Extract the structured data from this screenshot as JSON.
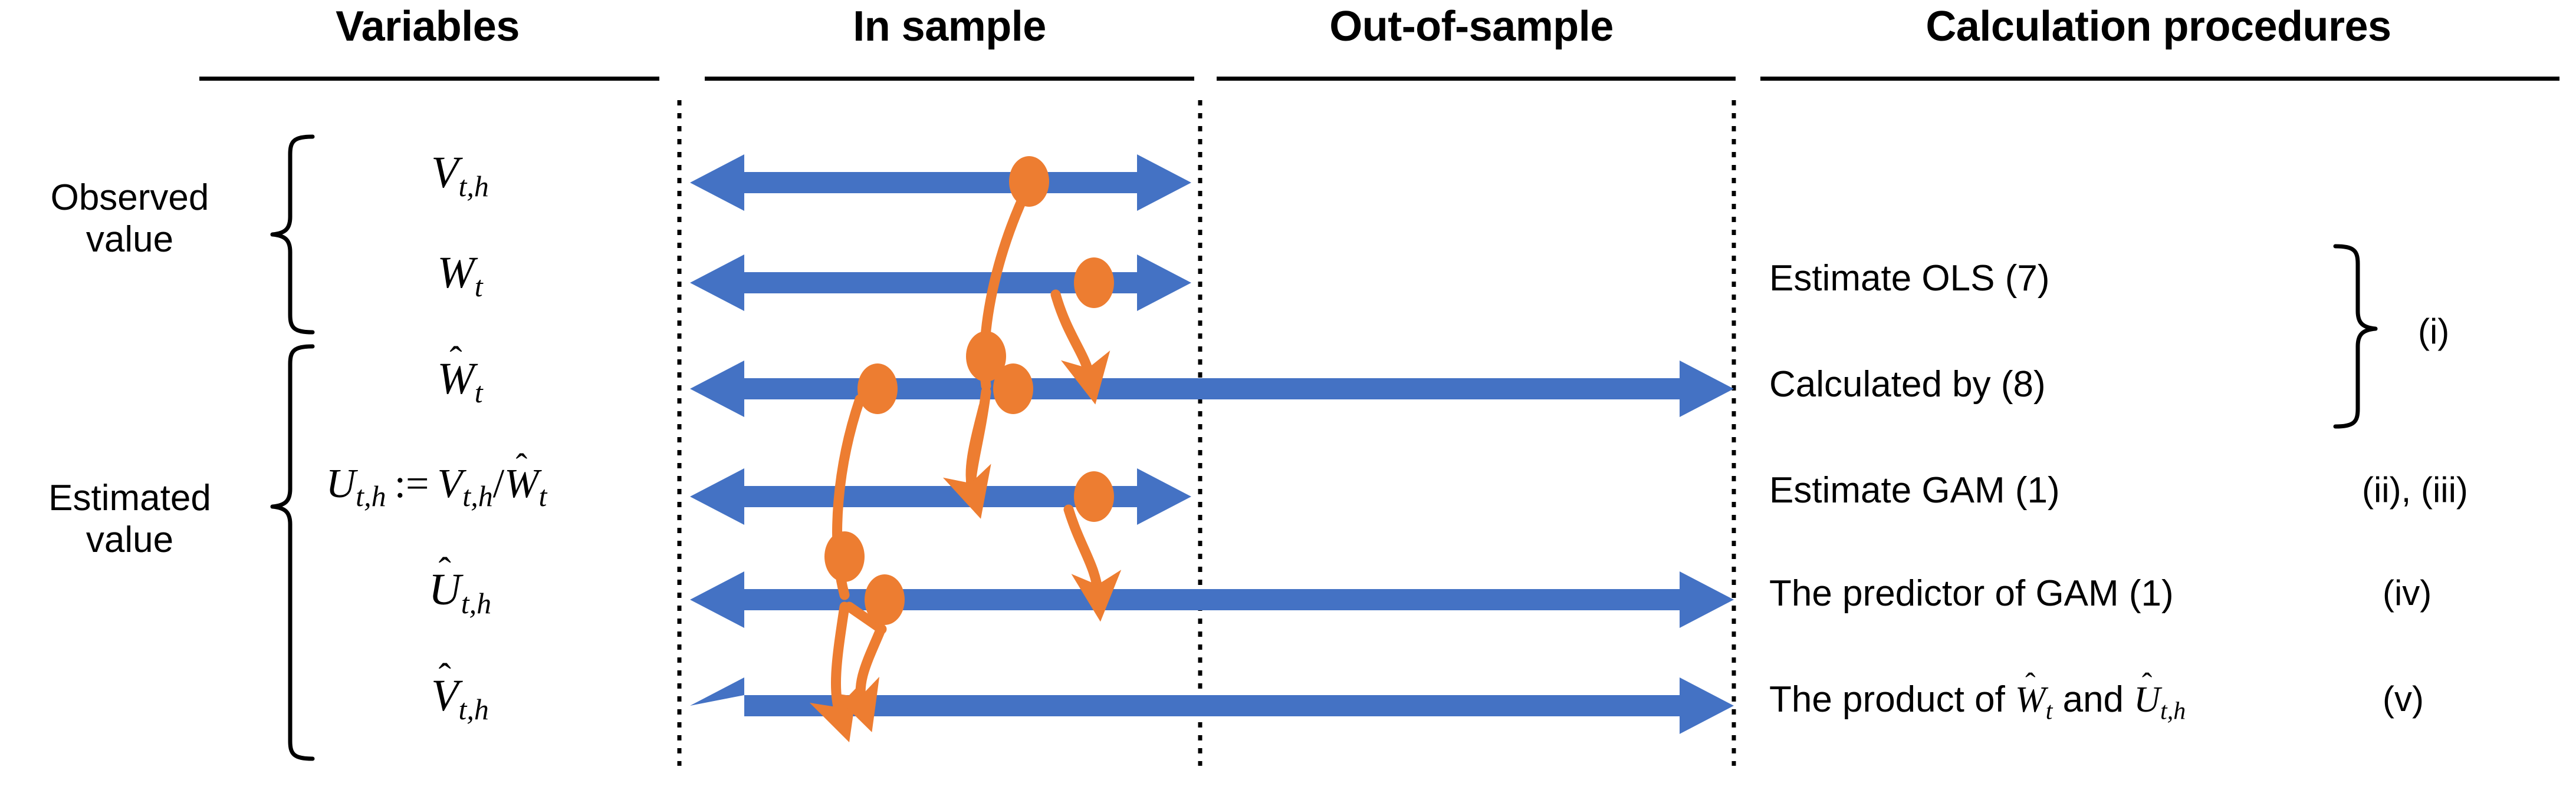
{
  "diagram": {
    "title_columns": [
      {
        "id": "variables",
        "label": "Variables"
      },
      {
        "id": "in-sample",
        "label": "In sample"
      },
      {
        "id": "out-of-sample",
        "label": "Out-of-sample"
      },
      {
        "id": "calculation-procedures",
        "label": "Calculation procedures"
      }
    ],
    "groups": [
      {
        "id": "observed",
        "label": "Observed\nvalue"
      },
      {
        "id": "estimated",
        "label": "Estimated\nvalue"
      }
    ],
    "rows": [
      {
        "id": "v-th",
        "variable_plain": "V_{t,h}",
        "base": "V",
        "hat": false,
        "sub": "t,h",
        "span": "in-sample",
        "procedure": "",
        "roman": ""
      },
      {
        "id": "w-t",
        "variable_plain": "W_t",
        "base": "W",
        "hat": false,
        "sub": "t",
        "span": "in-sample",
        "procedure": "Estimate OLS (7)",
        "roman": ""
      },
      {
        "id": "w-hat-t",
        "variable_plain": "Ŵ_t",
        "base": "W",
        "hat": true,
        "sub": "t",
        "span": "full",
        "procedure": "Calculated by (8)",
        "roman": ""
      },
      {
        "id": "u-th",
        "variable_plain": "U_{t,h} := V_{t,h}/Ŵ_t",
        "base": "U",
        "hat": false,
        "sub": "t,h",
        "span": "in-sample",
        "procedure": "Estimate GAM (1)",
        "roman": "(ii), (iii)"
      },
      {
        "id": "u-hat-th",
        "variable_plain": "Û_{t,h}",
        "base": "U",
        "hat": true,
        "sub": "t,h",
        "span": "full",
        "procedure": "The predictor of GAM (1)",
        "roman": "(iv)"
      },
      {
        "id": "v-hat-th",
        "variable_plain": "V̂_{t,h}",
        "base": "V",
        "hat": true,
        "sub": "t,h",
        "span": "full",
        "procedure": "The product of Ŵ_t and Û_{t,h}",
        "roman": "(v)"
      }
    ],
    "procedure_brace_label": "(i)",
    "colors": {
      "arrow_blue": "#4472C4",
      "flow_orange": "#ED7D31",
      "rule_black": "#000000",
      "background": "#FFFFFF"
    },
    "icons": {
      "double_arrow": "double-headed-arrow-icon",
      "flow_curve": "orange-flow-curve-icon",
      "node_dot": "orange-node-dot-icon",
      "left_brace": "left-curly-brace-icon",
      "right_brace": "right-curly-brace-icon",
      "divider": "vertical-dotted-divider-icon"
    }
  },
  "procedures_text": {
    "ols": "Estimate OLS (7)",
    "calc8": "Calculated by (8)",
    "gam": "Estimate GAM (1)",
    "gam_pred": "The predictor of GAM (1)",
    "product_prefix": "The product of ",
    "product_mid": " and ",
    "roman_i": "(i)",
    "roman_ii_iii": "(ii), (iii)",
    "roman_iv": "(iv)",
    "roman_v": "(v)"
  }
}
